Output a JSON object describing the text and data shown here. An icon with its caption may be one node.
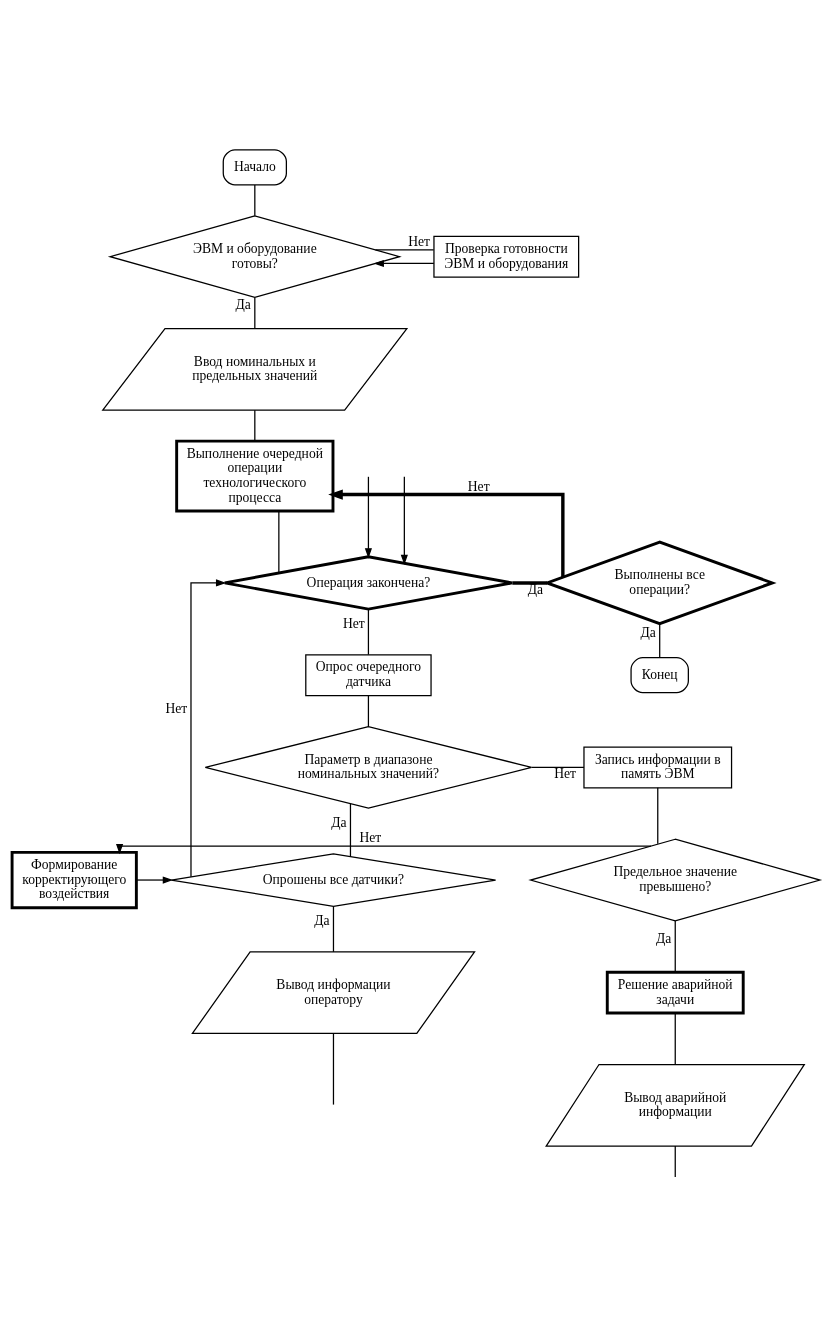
{
  "diagram": {
    "nodes": [
      {
        "text": [
          "Начало"
        ]
      },
      {
        "text": [
          "ЭВМ и оборудование готовы?"
        ]
      },
      {
        "text": [
          "Проверка готовности ЭВМ и оборудования"
        ]
      },
      {
        "text": [
          "Ввод номинальных и предельных значений"
        ]
      },
      {
        "text": [
          "Выполнение очередной операции технологического процесса"
        ]
      },
      {
        "text": [
          "Операция закончена?"
        ]
      },
      {
        "text": [
          "Выполнены все операции?"
        ]
      },
      {
        "text": [
          "Конец"
        ]
      },
      {
        "text": [
          "Опрос очередного датчика"
        ]
      },
      {
        "text": [
          "Параметр в диапазоне номинальных значений?"
        ]
      },
      {
        "text": [
          "Запись информации в память ЭВМ"
        ]
      },
      {
        "text": [
          "Формирование корректирующего воздействия"
        ]
      },
      {
        "text": [
          "Опрошены все датчики?"
        ]
      },
      {
        "text": [
          "Предельное значение превышено?"
        ]
      },
      {
        "text": [
          "Вывод информации оператору"
        ]
      },
      {
        "text": [
          "Решение аварийной задачи"
        ]
      },
      {
        "text": [
          "Вывод аварийной информации"
        ]
      }
    ],
    "edges": [
      {
        "from": 0,
        "to": 1,
        "arrow": "none"
      },
      {
        "from": 1,
        "to": 2,
        "label": "Нет",
        "arrow": "none"
      },
      {
        "from": 2,
        "to": 1,
        "arrow": "to"
      },
      {
        "from": 1,
        "to": 3,
        "label": "Да",
        "arrow": "none"
      },
      {
        "from": 3,
        "to": 4,
        "arrow": "none"
      },
      {
        "from": 4,
        "to": 5,
        "arrow": "none"
      },
      {
        "from": null,
        "to": 5,
        "arrow": "to"
      },
      {
        "from": null,
        "to": 5,
        "arrow": "to"
      },
      {
        "from": 5,
        "to": 6,
        "label": "Да",
        "arrow": "none",
        "style": "thick"
      },
      {
        "from": 6,
        "to": 4,
        "label": "Нет",
        "arrow": "to",
        "style": "thick"
      },
      {
        "from": 6,
        "to": 7,
        "label": "Да",
        "arrow": "none"
      },
      {
        "from": 5,
        "to": 8,
        "label": "Нет",
        "arrow": "none"
      },
      {
        "from": 8,
        "to": 9,
        "arrow": "none"
      },
      {
        "from": 9,
        "to": 10,
        "label": "Нет",
        "arrow": "none"
      },
      {
        "from": 9,
        "to": 12,
        "label": "Да",
        "arrow": "none"
      },
      {
        "from": 11,
        "to": 12,
        "arrow": "to"
      },
      {
        "from": 10,
        "to": 13,
        "arrow": "none"
      },
      {
        "from": 13,
        "to": 11,
        "label": "Нет",
        "arrow": "to"
      },
      {
        "from": 12,
        "to": 5,
        "label": "Нет",
        "arrow": "to"
      },
      {
        "from": 12,
        "to": 14,
        "label": "Да",
        "arrow": "none"
      },
      {
        "from": 13,
        "to": 15,
        "label": "Да",
        "arrow": "none"
      },
      {
        "from": 15,
        "to": 16,
        "arrow": "none"
      },
      {
        "from": 14,
        "to": null,
        "arrow": "none"
      },
      {
        "from": 16,
        "to": null,
        "arrow": "none"
      }
    ]
  }
}
